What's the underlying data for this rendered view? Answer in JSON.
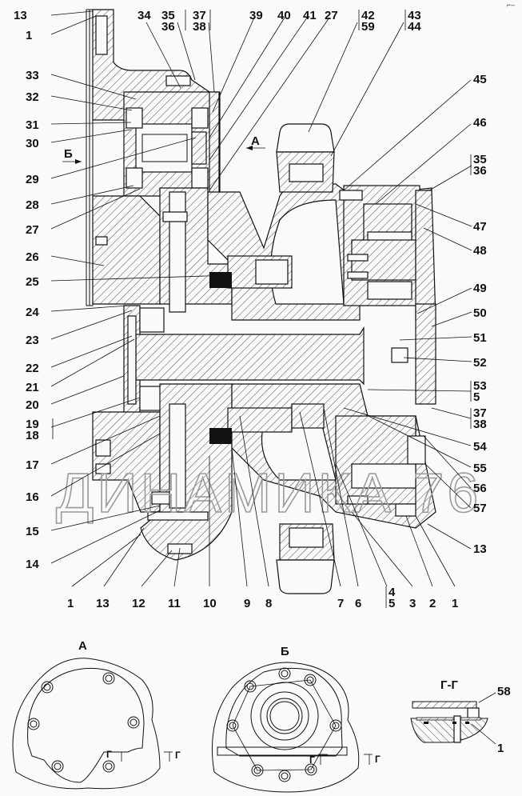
{
  "drawing": {
    "title": "Assembly cross-section drawing (gear hub reducer)",
    "watermark": "ДИНАМИКА 76",
    "corner_mark": "⌐–",
    "direction_marks": {
      "view_a_arrow_label": "А",
      "view_b_arrow_label": "Б"
    },
    "callouts_left": [
      {
        "id": "c13a",
        "text": "13"
      },
      {
        "id": "c1a",
        "text": "1"
      },
      {
        "id": "c33",
        "text": "33"
      },
      {
        "id": "c32",
        "text": "32"
      },
      {
        "id": "c31",
        "text": "31"
      },
      {
        "id": "c30",
        "text": "30"
      },
      {
        "id": "c29",
        "text": "29"
      },
      {
        "id": "c28",
        "text": "28"
      },
      {
        "id": "c27a",
        "text": "27"
      },
      {
        "id": "c26",
        "text": "26"
      },
      {
        "id": "c25",
        "text": "25"
      },
      {
        "id": "c24",
        "text": "24"
      },
      {
        "id": "c23",
        "text": "23"
      },
      {
        "id": "c22",
        "text": "22"
      },
      {
        "id": "c21",
        "text": "21"
      },
      {
        "id": "c20",
        "text": "20"
      },
      {
        "id": "c19",
        "text": "19"
      },
      {
        "id": "c18",
        "text": "18"
      },
      {
        "id": "c17",
        "text": "17"
      },
      {
        "id": "c16",
        "text": "16"
      },
      {
        "id": "c15",
        "text": "15"
      },
      {
        "id": "c14",
        "text": "14"
      }
    ],
    "callouts_top": [
      {
        "id": "c34",
        "text": "34"
      },
      {
        "id": "c35t",
        "text": "35"
      },
      {
        "id": "c36t",
        "text": "36"
      },
      {
        "id": "c37t",
        "text": "37"
      },
      {
        "id": "c38t",
        "text": "38"
      },
      {
        "id": "c39",
        "text": "39"
      },
      {
        "id": "c40",
        "text": "40"
      },
      {
        "id": "c41",
        "text": "41"
      },
      {
        "id": "c27b",
        "text": "27"
      },
      {
        "id": "c42",
        "text": "42"
      },
      {
        "id": "c59",
        "text": "59"
      },
      {
        "id": "c43",
        "text": "43"
      },
      {
        "id": "c44",
        "text": "44"
      }
    ],
    "callouts_right": [
      {
        "id": "c45",
        "text": "45"
      },
      {
        "id": "c46",
        "text": "46"
      },
      {
        "id": "c35r",
        "text": "35"
      },
      {
        "id": "c36r",
        "text": "36"
      },
      {
        "id": "c47",
        "text": "47"
      },
      {
        "id": "c48",
        "text": "48"
      },
      {
        "id": "c49",
        "text": "49"
      },
      {
        "id": "c50",
        "text": "50"
      },
      {
        "id": "c51",
        "text": "51"
      },
      {
        "id": "c52",
        "text": "52"
      },
      {
        "id": "c53",
        "text": "53"
      },
      {
        "id": "c5r",
        "text": "5"
      },
      {
        "id": "c37r",
        "text": "37"
      },
      {
        "id": "c38r",
        "text": "38"
      },
      {
        "id": "c54",
        "text": "54"
      },
      {
        "id": "c55",
        "text": "55"
      },
      {
        "id": "c56",
        "text": "56"
      },
      {
        "id": "c57",
        "text": "57"
      },
      {
        "id": "c13r",
        "text": "13"
      }
    ],
    "callouts_bottom": [
      {
        "id": "c1b",
        "text": "1"
      },
      {
        "id": "c13b",
        "text": "13"
      },
      {
        "id": "c12",
        "text": "12"
      },
      {
        "id": "c11",
        "text": "11"
      },
      {
        "id": "c10",
        "text": "10"
      },
      {
        "id": "c9",
        "text": "9"
      },
      {
        "id": "c8",
        "text": "8"
      },
      {
        "id": "c7",
        "text": "7"
      },
      {
        "id": "c6",
        "text": "6"
      },
      {
        "id": "c4",
        "text": "4"
      },
      {
        "id": "c5b",
        "text": "5"
      },
      {
        "id": "c3",
        "text": "3"
      },
      {
        "id": "c2",
        "text": "2"
      },
      {
        "id": "c1c",
        "text": "1"
      }
    ]
  },
  "views": {
    "view_a": {
      "title": "А",
      "section_marker": "Г",
      "section_marker_outer": "Г"
    },
    "view_b": {
      "title": "Б",
      "section_marker": "Г",
      "section_marker_outer": "Г"
    },
    "section_gg": {
      "title": "Г-Г",
      "callouts": [
        {
          "id": "c58",
          "text": "58"
        },
        {
          "id": "c1d",
          "text": "1"
        }
      ]
    }
  }
}
